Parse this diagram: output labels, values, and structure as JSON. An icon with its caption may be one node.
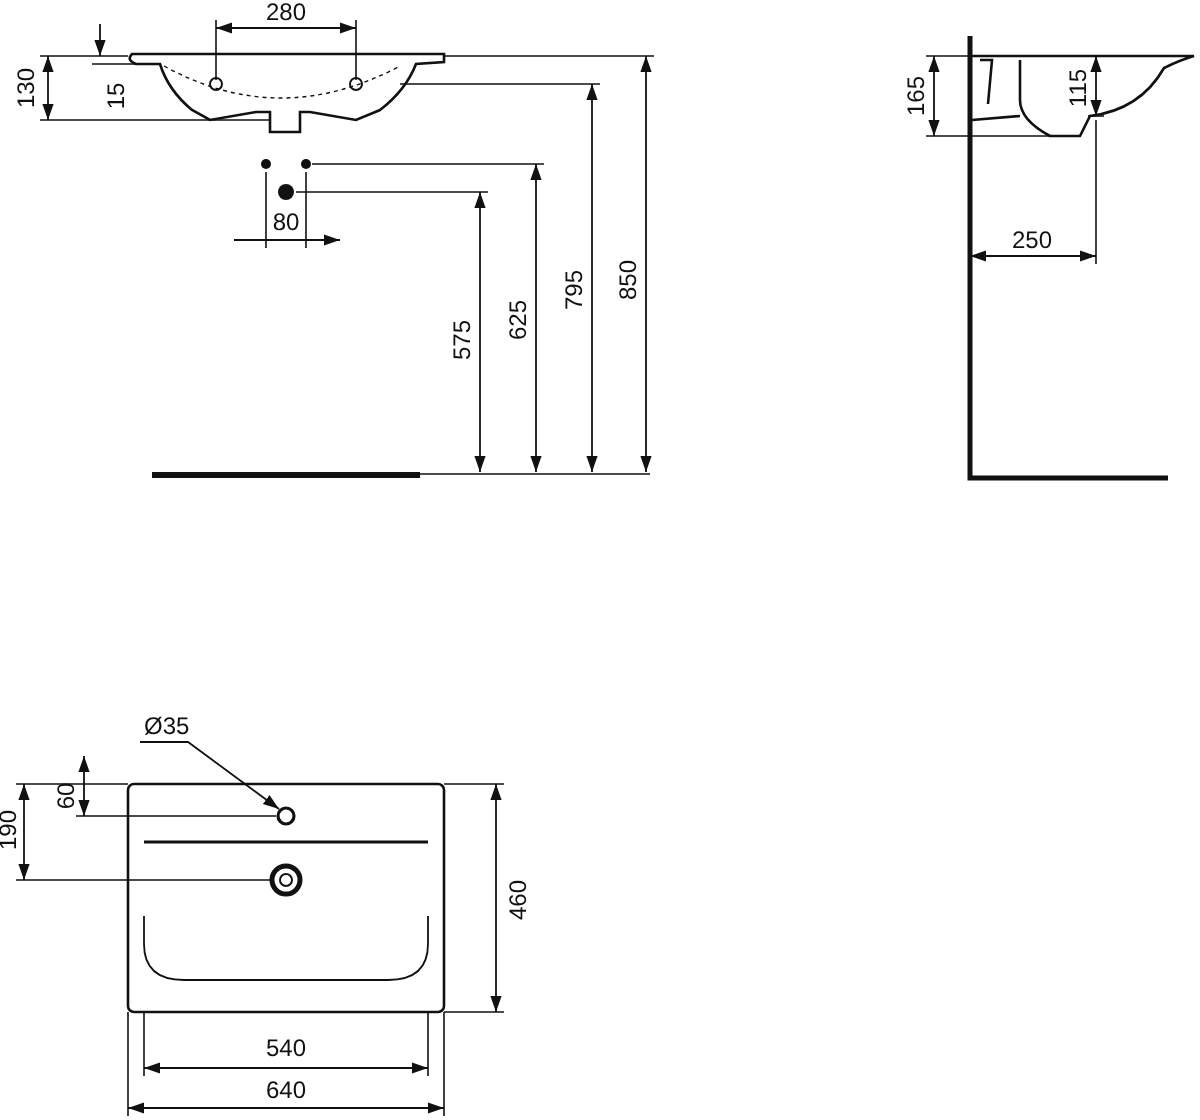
{
  "diagram": {
    "nodes": [
      {
        "text": [
          "Ø35"
        ]
      },
      {
        "text": [],
        "shape": "circle"
      }
    ],
    "edges": [
      {
        "from": 0,
        "to": 1,
        "arrow": "to"
      }
    ],
    "labels": [
      "280",
      "130",
      "15",
      "165",
      "115",
      "80",
      "575",
      "625",
      "795",
      "850",
      "250",
      "60",
      "190",
      "460",
      "540",
      "640"
    ]
  }
}
